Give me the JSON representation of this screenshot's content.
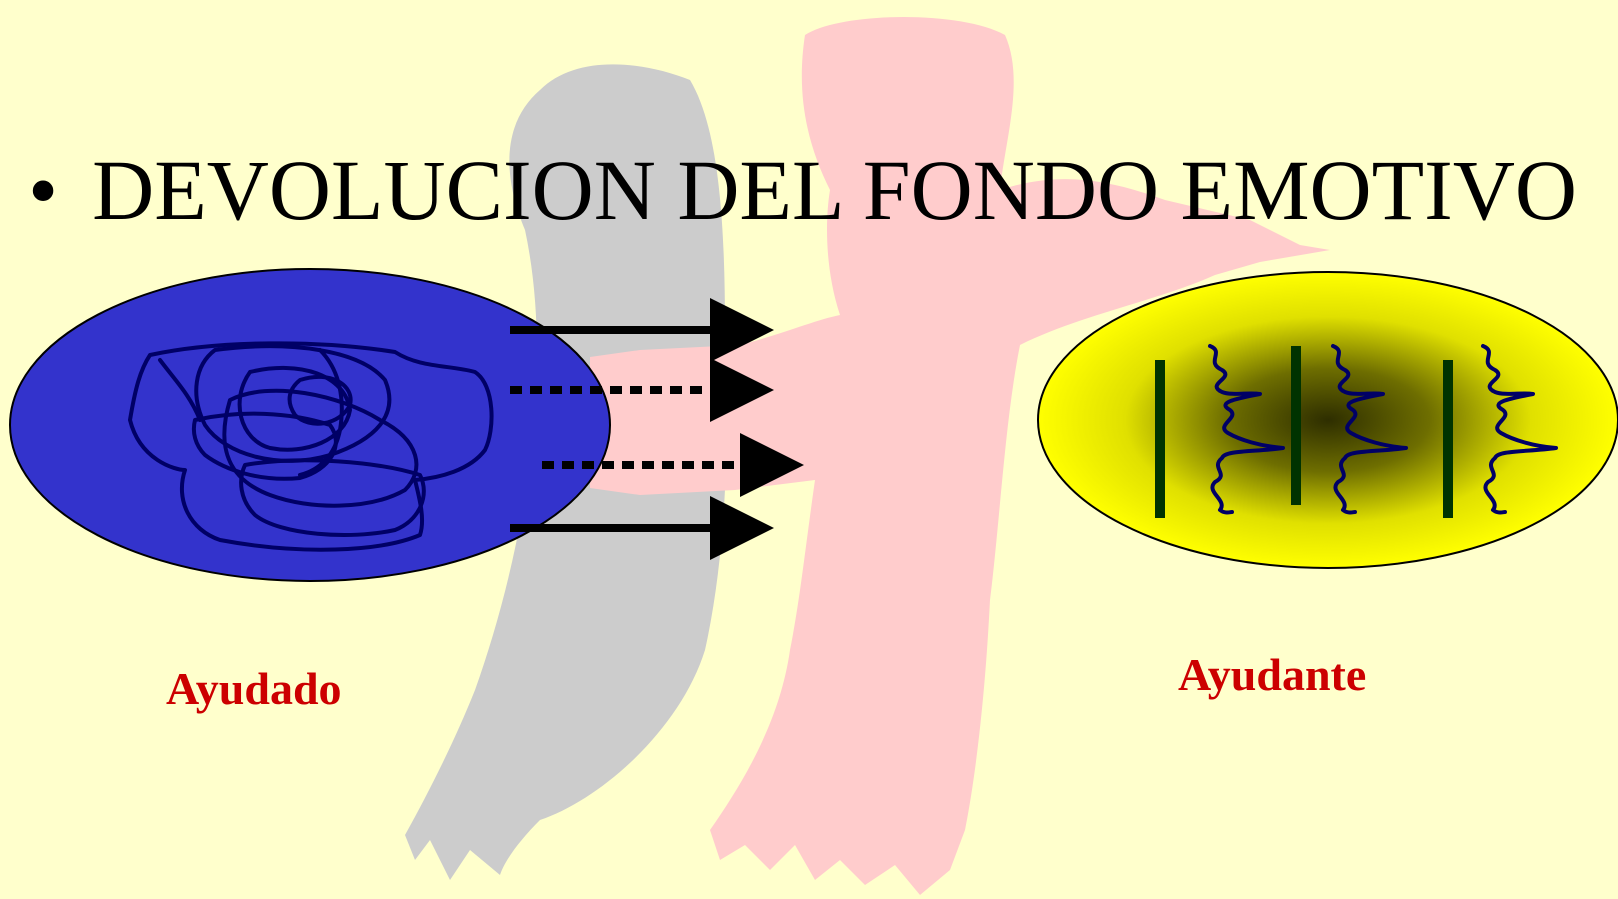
{
  "slide": {
    "title": "DEVOLUCION DEL FONDO EMOTIVO",
    "bullet": "•",
    "left_label": "Ayudado",
    "right_label": "Ayudante"
  },
  "colors": {
    "background": "#ffffcc",
    "label": "#cc0000",
    "left_ellipse": "#3333cc",
    "right_ellipse": "#ffff00",
    "scribble": "#000066",
    "gray_figure": "#cccccc",
    "pink_figure": "#ffcccc",
    "bars": "#003300"
  },
  "icons": {
    "left_shape": "tangled-scribble-icon",
    "right_shape": "organized-waves-icon"
  },
  "arrows": [
    {
      "style": "solid"
    },
    {
      "style": "dotted"
    },
    {
      "style": "dotted"
    },
    {
      "style": "solid"
    }
  ]
}
